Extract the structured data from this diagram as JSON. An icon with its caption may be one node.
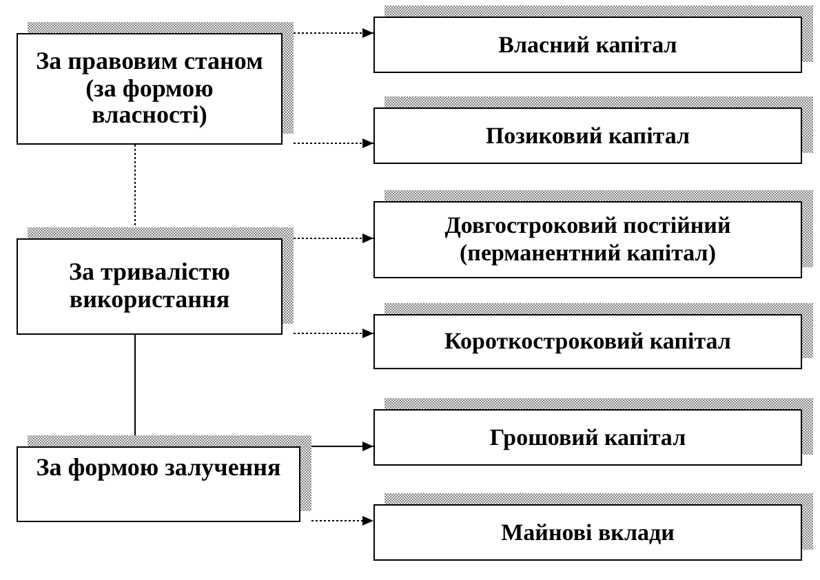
{
  "diagram": {
    "nodes": [
      {
        "text": [
          "За правовим станом (за формою власності)"
        ]
      },
      {
        "text": [
          "Власний капітал"
        ]
      },
      {
        "text": [
          "Позиковий капітал"
        ]
      },
      {
        "text": [
          "За тривалістю використання"
        ]
      },
      {
        "text": [
          "Довгостроковий постійний (перманентний капітал)"
        ]
      },
      {
        "text": [
          "Короткостроковий капітал"
        ]
      },
      {
        "text": [
          "За формою залучення"
        ]
      },
      {
        "text": [
          "Грошовий капітал"
        ]
      },
      {
        "text": [
          "Майнові вклади"
        ]
      }
    ],
    "edges": [
      {
        "from": 0,
        "to": 1,
        "arrow": "to",
        "style": "dashed"
      },
      {
        "from": 0,
        "to": 2,
        "arrow": "to",
        "style": "dashed"
      },
      {
        "from": 0,
        "to": 3,
        "arrow": "none",
        "style": "dashed"
      },
      {
        "from": 3,
        "to": 4,
        "arrow": "to",
        "style": "dashed"
      },
      {
        "from": 3,
        "to": 5,
        "arrow": "to",
        "style": "dashed"
      },
      {
        "from": 3,
        "to": 6,
        "arrow": "none"
      },
      {
        "from": 6,
        "to": 7,
        "arrow": "to"
      },
      {
        "from": 6,
        "to": 8,
        "arrow": "to",
        "style": "dashed"
      }
    ]
  }
}
